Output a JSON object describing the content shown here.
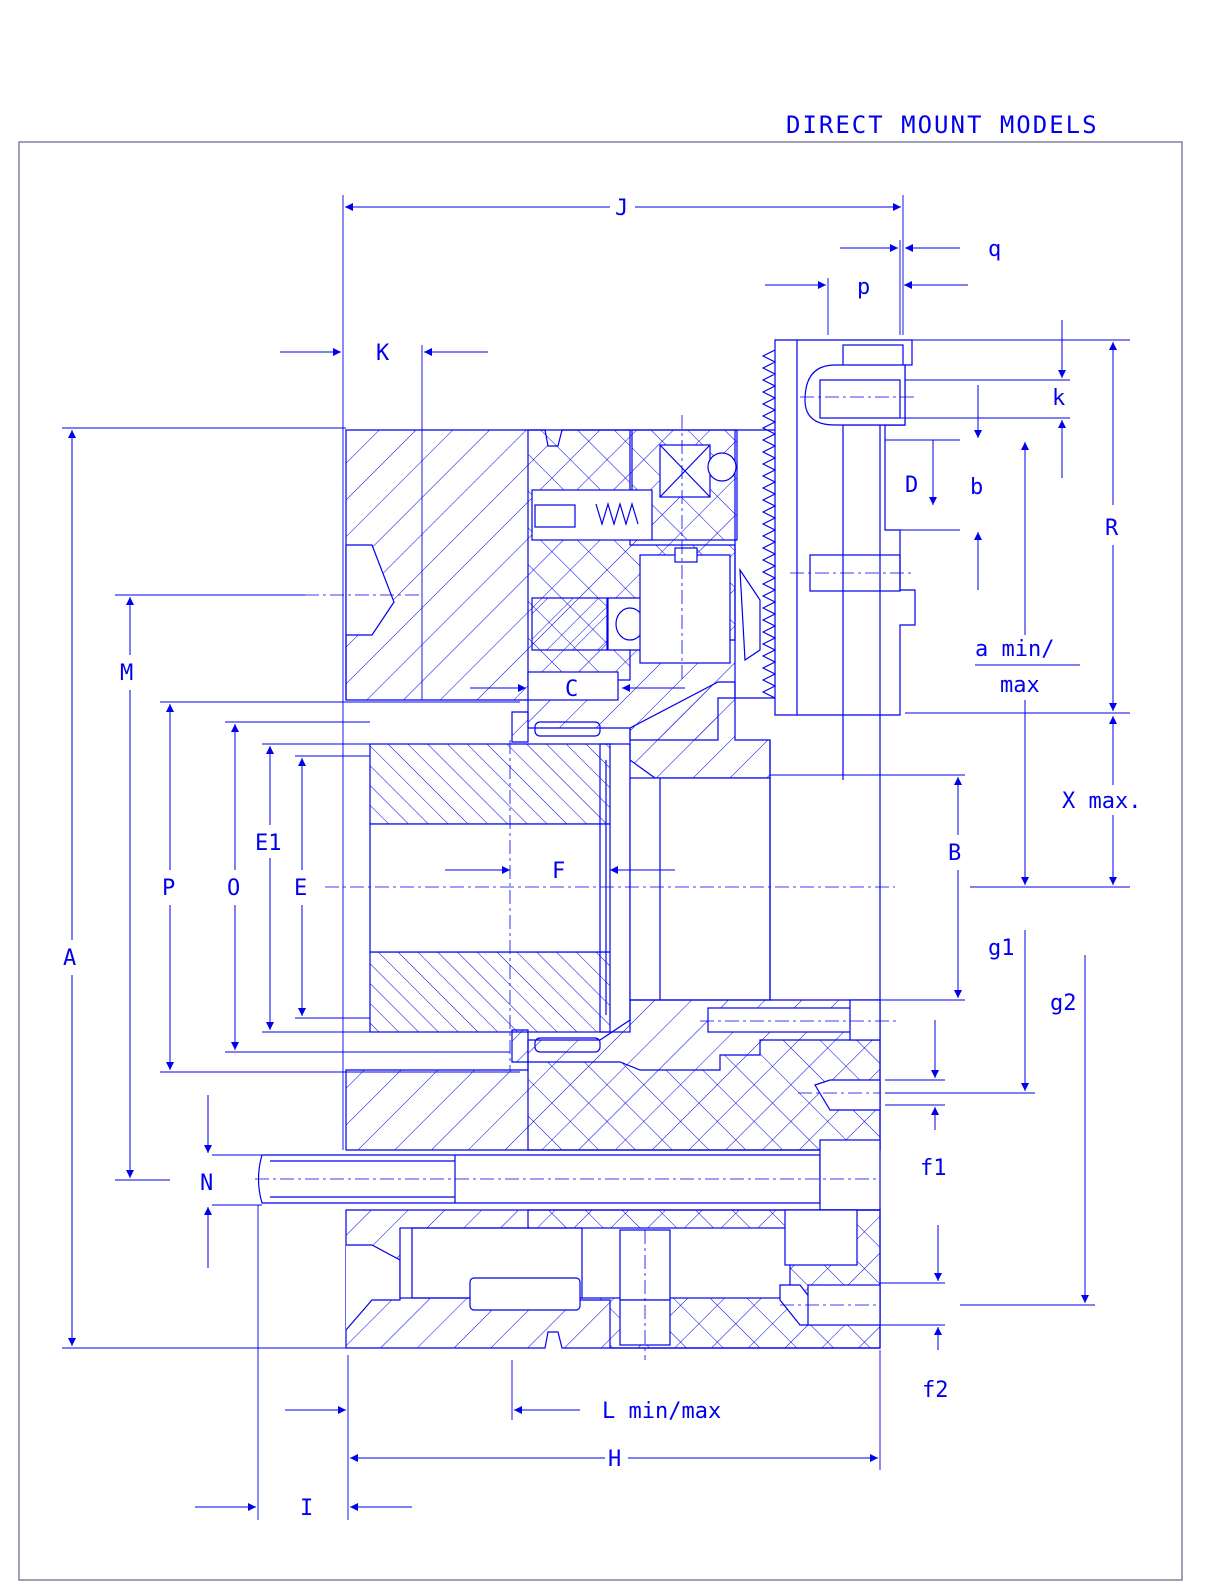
{
  "title": "DIRECT MOUNT MODELS",
  "colors": {
    "ink": "#0000ee",
    "frame": "#8080a0",
    "paper": "#ffffff"
  },
  "labels": {
    "J": "J",
    "q": "q",
    "p": "p",
    "K": "K",
    "k": "k",
    "D": "D",
    "b": "b",
    "R": "R",
    "a_min_max_1": "a min/",
    "a_min_max_2": "max",
    "M": "M",
    "C": "C",
    "X_max": "X max.",
    "E1": "E1",
    "P": "P",
    "O": "O",
    "E": "E",
    "F": "F",
    "B": "B",
    "A": "A",
    "g1": "g1",
    "g2": "g2",
    "N": "N",
    "f1": "f1",
    "f2": "f2",
    "L_min_max": "L min/max",
    "H": "H",
    "I": "I"
  }
}
